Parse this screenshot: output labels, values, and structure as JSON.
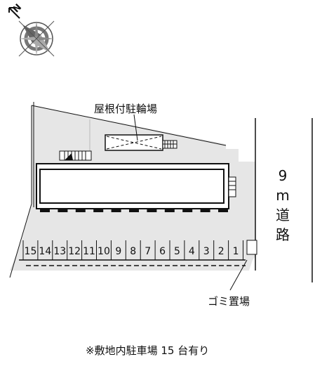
{
  "compass": {
    "north_label": "N",
    "icon": "north-arrow-compass-icon"
  },
  "labels": {
    "bicycle_parking": "屋根付駐輪場",
    "garbage": "ゴミ置場",
    "road_width": "9",
    "road_unit": "m",
    "road_kanji_1": "道",
    "road_kanji_2": "路",
    "footnote": "※敷地内駐車場 15 台有り"
  },
  "parking_spaces": [
    "15",
    "14",
    "13",
    "12",
    "11",
    "10",
    "9",
    "8",
    "7",
    "6",
    "5",
    "4",
    "3",
    "2",
    "1"
  ],
  "colors": {
    "site_fill": "#e6e6e6",
    "building_fill": "#ffffff",
    "line": "#111111"
  }
}
